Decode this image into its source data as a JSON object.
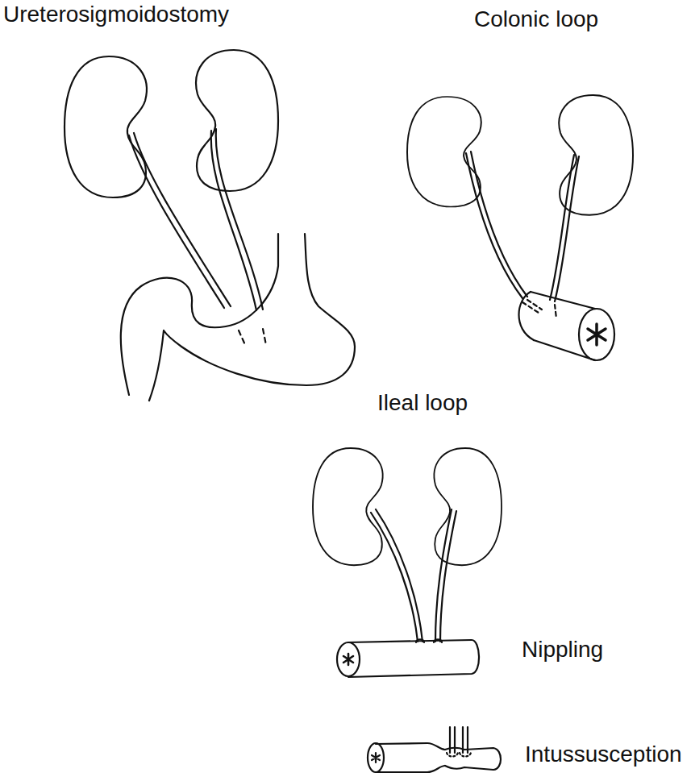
{
  "diagram": {
    "labels": [
      "Ureterosigmoidostomy",
      "Colonic loop",
      "Ileal loop",
      "Nippling",
      "Intussusception"
    ]
  }
}
